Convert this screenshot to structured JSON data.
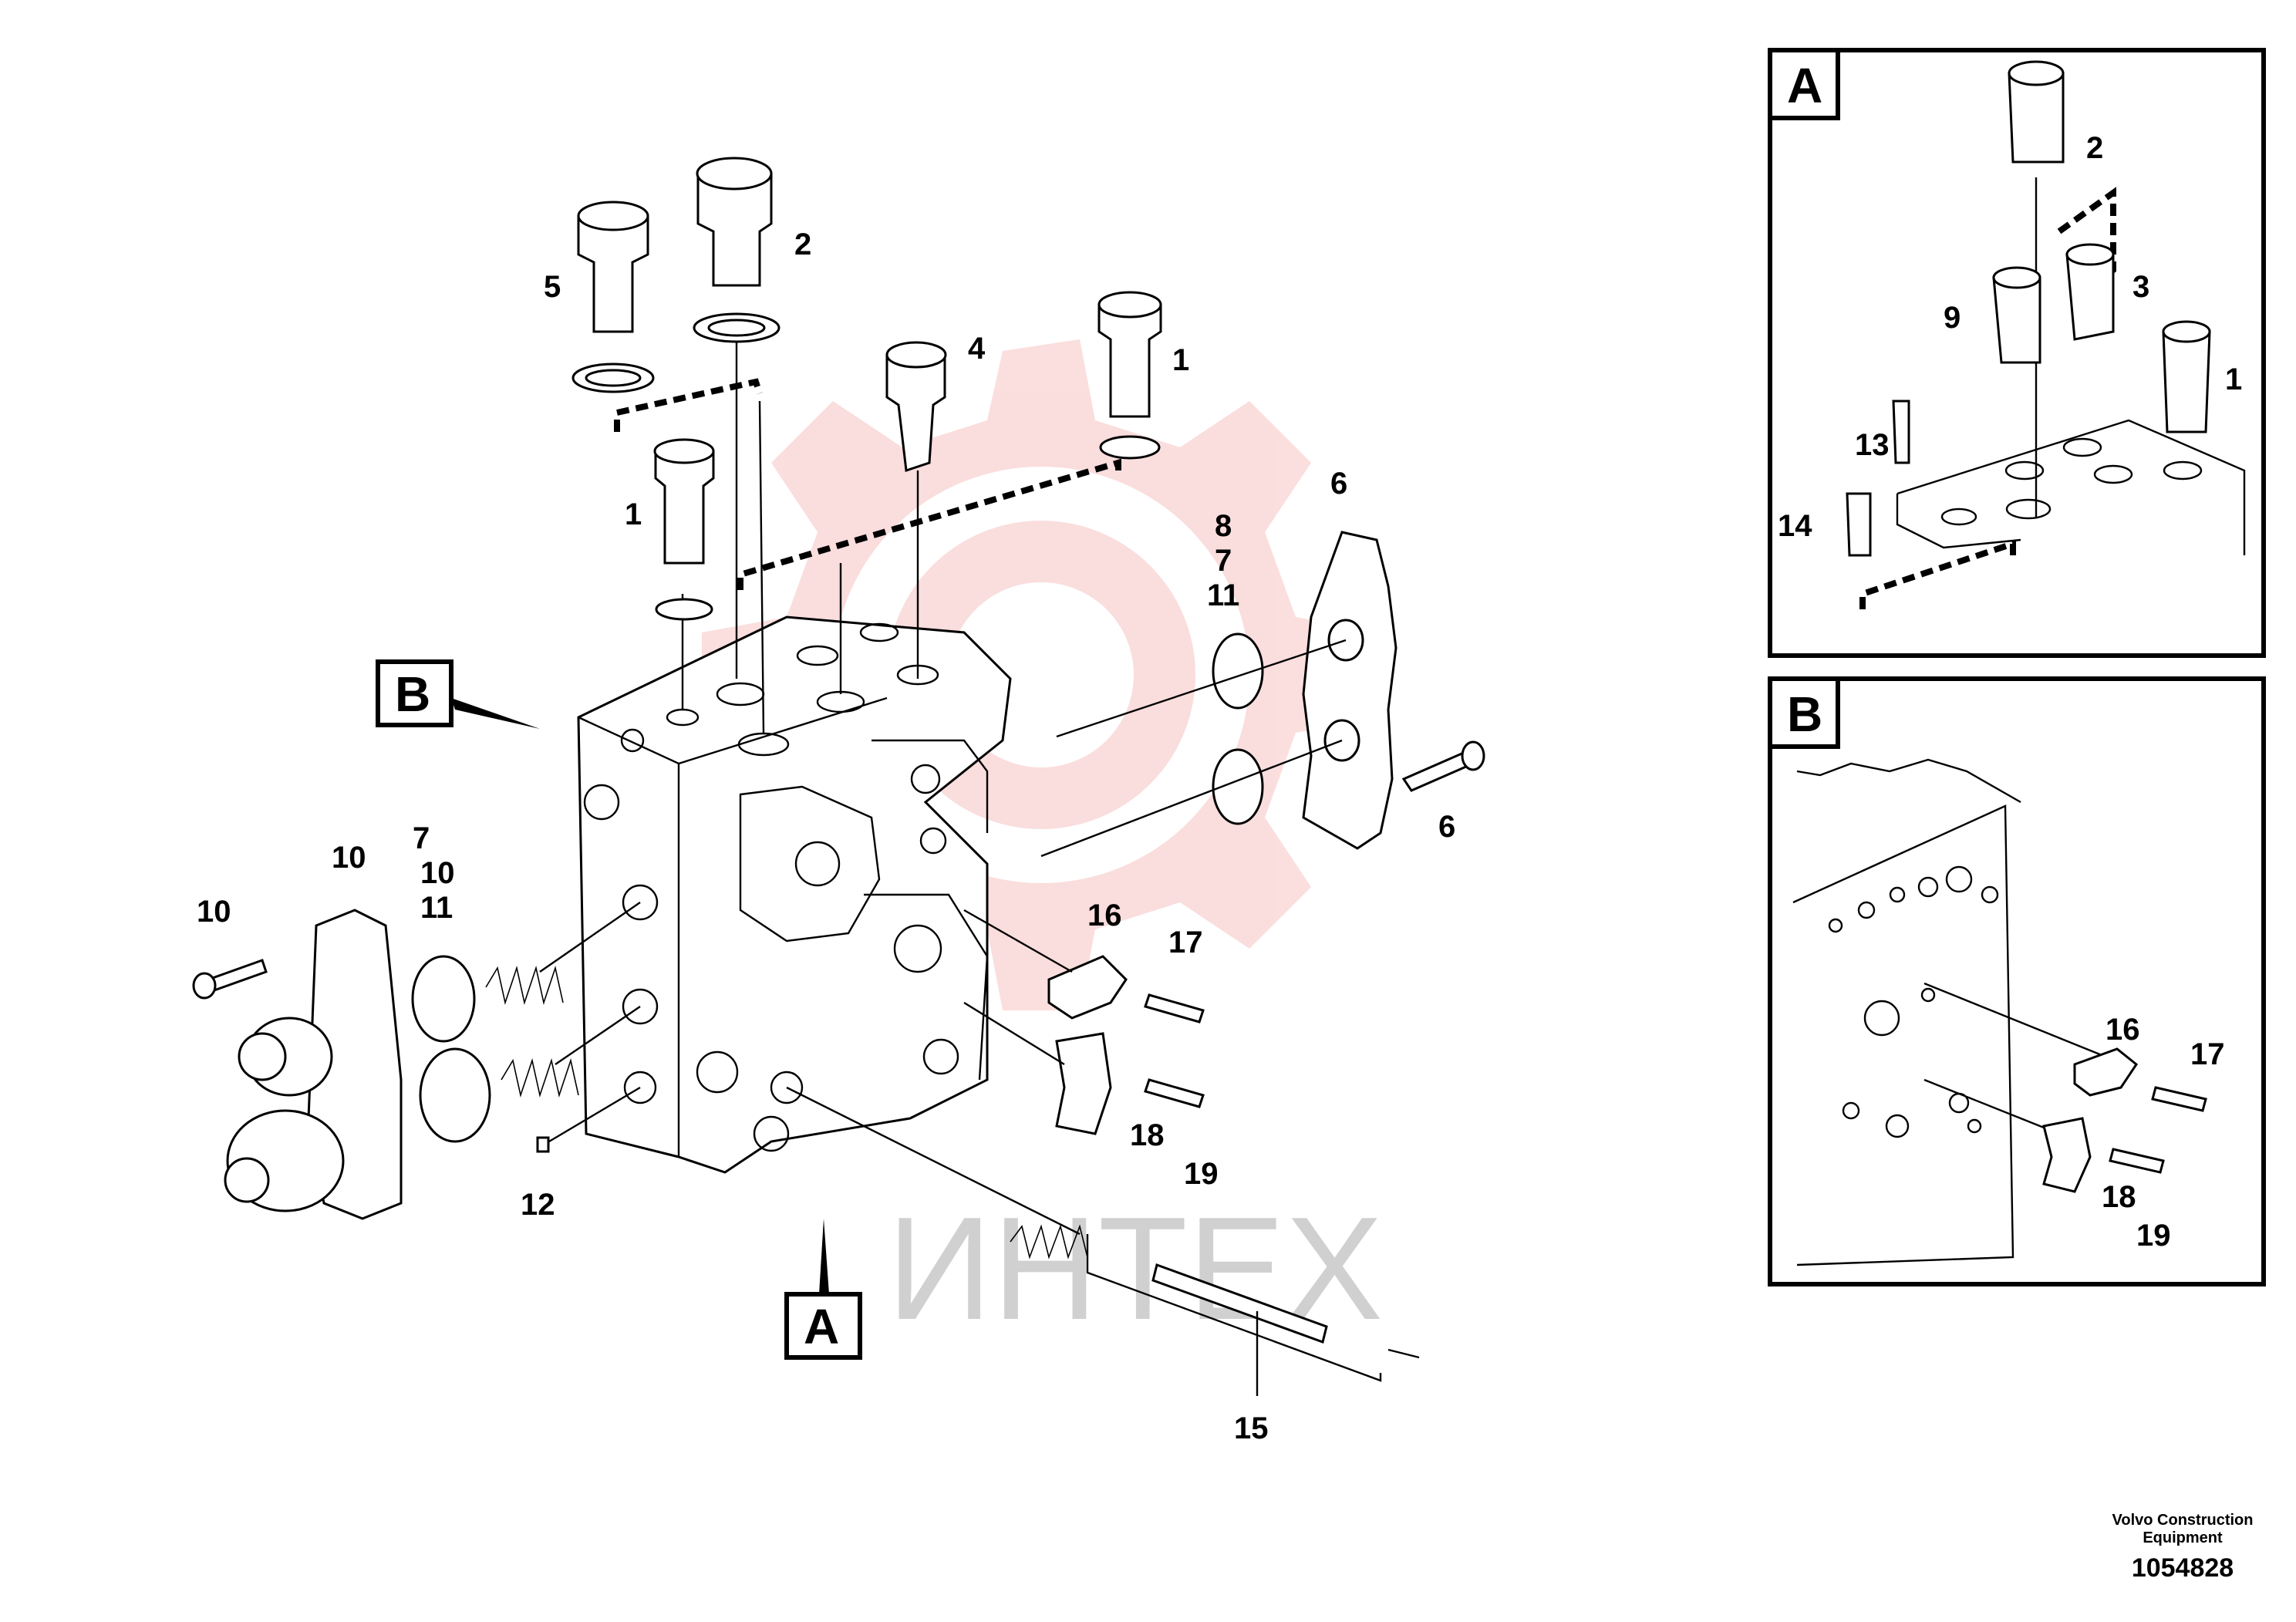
{
  "callouts": {
    "c1a": "1",
    "c1b": "1",
    "c2": "2",
    "c4": "4",
    "c5": "5",
    "c6a": "6",
    "c6b": "6",
    "c7a": "7",
    "c8": "8",
    "c11a": "11",
    "c7b": "7",
    "c10a": "10",
    "c10b": "10",
    "c10c": "10",
    "c11b": "11",
    "c12": "12",
    "c15": "15",
    "c16": "16",
    "c17": "17",
    "c18": "18",
    "c19": "19"
  },
  "inset_a": {
    "label": "A",
    "callouts": {
      "c2": "2",
      "c3": "3",
      "c9": "9",
      "c1": "1",
      "c13": "13",
      "c14": "14"
    }
  },
  "inset_b": {
    "label": "B",
    "callouts": {
      "c16": "16",
      "c17": "17",
      "c18": "18",
      "c19": "19"
    }
  },
  "view_markers": {
    "a": "A",
    "b": "B"
  },
  "watermark": {
    "text": "ИНТЕХ",
    "logo_color": "#f4b8b8"
  },
  "credit": {
    "line1": "Volvo Construction",
    "line2": "Equipment",
    "number": "1054828"
  }
}
